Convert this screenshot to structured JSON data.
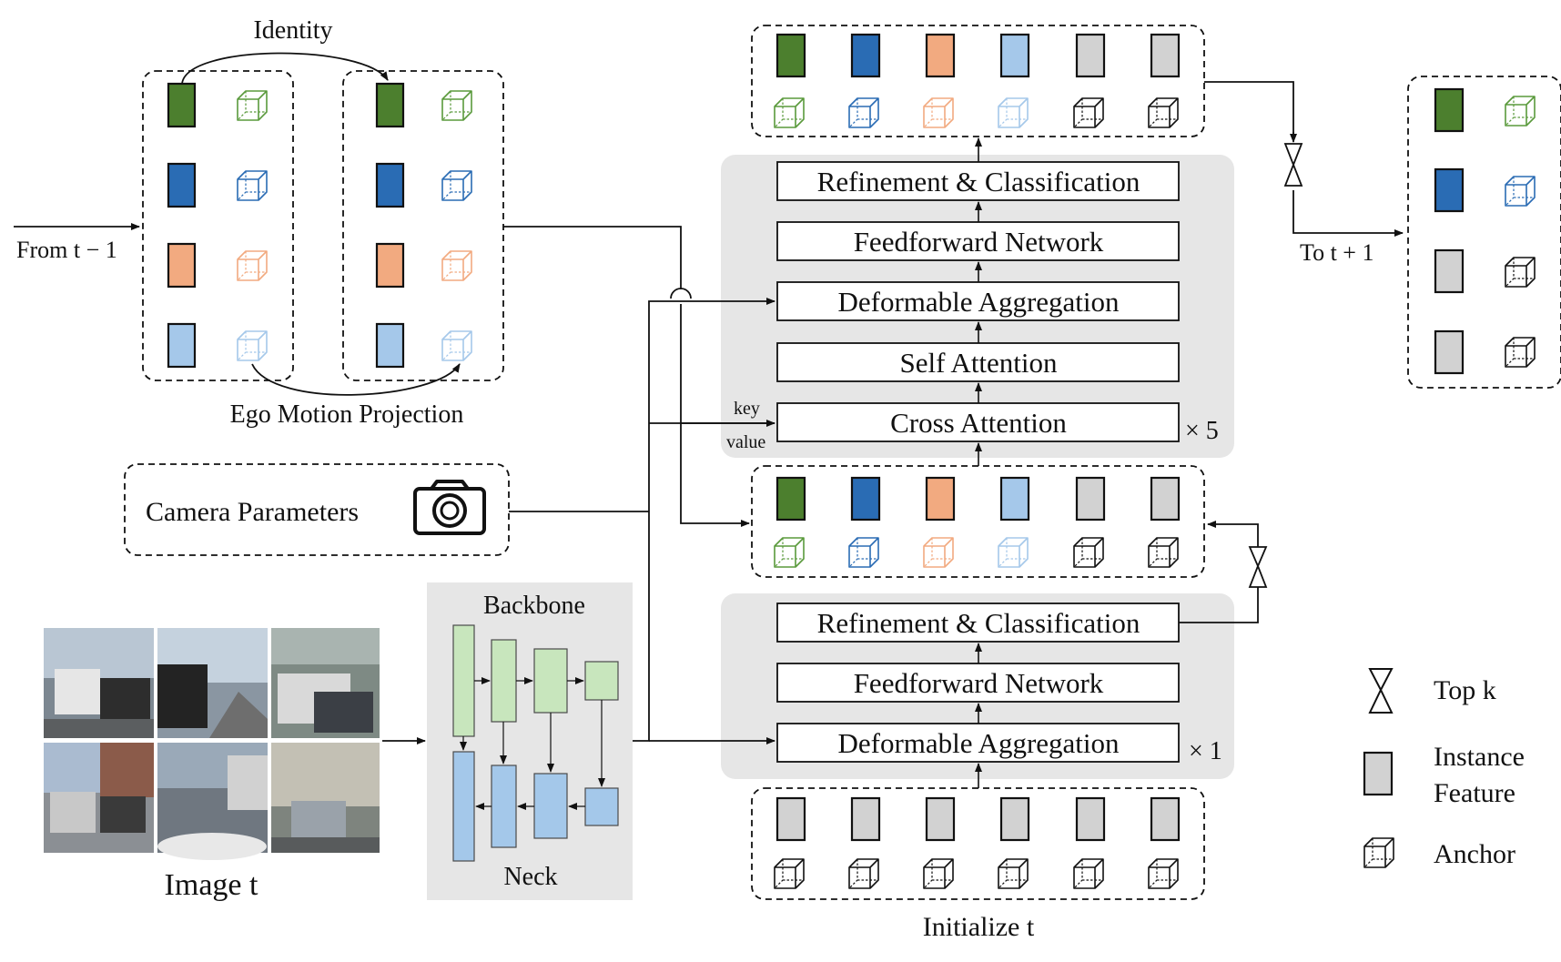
{
  "labels": {
    "identity": "Identity",
    "ego_motion": "Ego Motion Projection",
    "from_prev": "From t − 1",
    "to_next": "To t + 1",
    "camera_params": "Camera Parameters",
    "image": "Image t",
    "backbone": "Backbone",
    "neck": "Neck",
    "initialize": "Initialize t",
    "key": "key",
    "value": "value",
    "times5": "× 5",
    "times1": "× 1"
  },
  "decoder_blocks": [
    "Refinement & Classification",
    "Feedforward Network",
    "Deformable Aggregation",
    "Self Attention",
    "Cross Attention"
  ],
  "single_frame_blocks": [
    "Refinement & Classification",
    "Feedforward Network",
    "Deformable Aggregation"
  ],
  "legend": {
    "topk": "Top k",
    "instance_feature_line1": "Instance",
    "instance_feature_line2": "Feature",
    "anchor": "Anchor"
  },
  "colors": {
    "green": "#4c7f2e",
    "blue": "#2a6cb4",
    "orange": "#f2aa80",
    "light_blue": "#a5c8ea",
    "gray": "#d2d2d2",
    "panel_gray": "#e6e6e6",
    "backbone_green": "#c8e6bd",
    "neck_blue": "#a4c8ea",
    "anchor_green": "#5a9a3c",
    "anchor_blue": "#2a6cb4",
    "anchor_orange": "#f2aa80",
    "anchor_light_blue": "#a5c8ea",
    "anchor_black": "#111111"
  },
  "icons": [
    "camera-icon",
    "anchor-cube-icon",
    "topk-hourglass-icon"
  ]
}
